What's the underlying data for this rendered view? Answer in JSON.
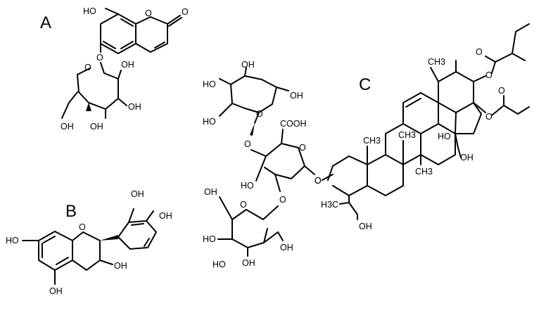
{
  "panels": {
    "a": "A",
    "b": "B",
    "c": "C"
  },
  "atoms": {
    "oh": "OH",
    "ho": "HO",
    "o": "O",
    "cooh": "COOH",
    "h3c": "H3C",
    "ch3": "CH3"
  }
}
